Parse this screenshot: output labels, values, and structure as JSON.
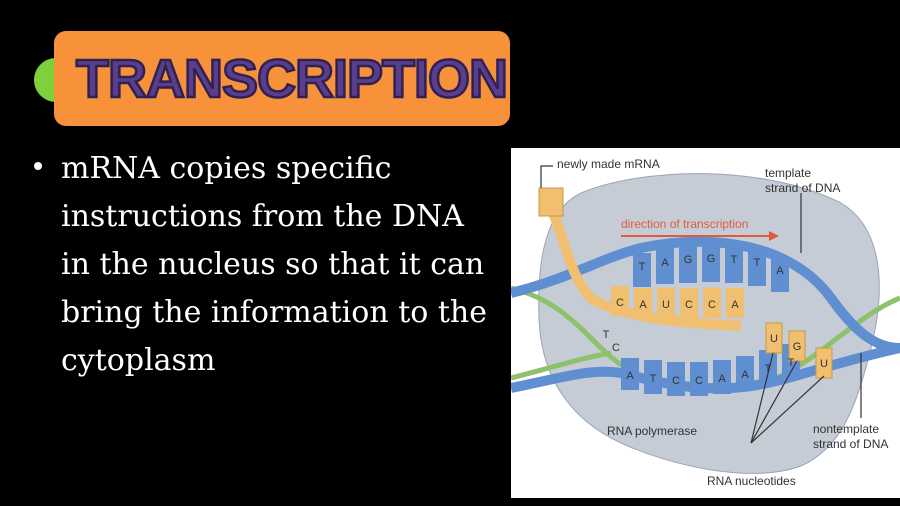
{
  "title": "TRANSCRIPTION",
  "bullet": "mRNA copies specific instructions from the DNA in the nucleus so that it can bring the information to the cytoplasm",
  "figure": {
    "label_mrna": "newly made mRNA",
    "label_template_1": "template",
    "label_template_2": "strand of DNA",
    "label_direction": "direction of transcription",
    "label_polymerase": "RNA polymerase",
    "label_nontemplate_1": "nontemplate",
    "label_nontemplate_2": "strand of DNA",
    "label_nucleotides": "RNA nucleotides",
    "top_bases": [
      "T",
      "A",
      "G",
      "G",
      "T",
      "T",
      "A"
    ],
    "rna_bases": [
      "C",
      "A",
      "U",
      "C",
      "C",
      "A"
    ],
    "bottom_bases": [
      "T",
      "C",
      "A",
      "T",
      "C",
      "C",
      "A",
      "A",
      "T",
      "T"
    ],
    "free_nucleotides": [
      "U",
      "G",
      "U"
    ],
    "colors": {
      "dna": "#5f8fd0",
      "rna": "#f0c070",
      "polymerase": "#c5ccd6",
      "backbone_green": "#8dc26a",
      "arrow": "#e05a3c"
    }
  }
}
